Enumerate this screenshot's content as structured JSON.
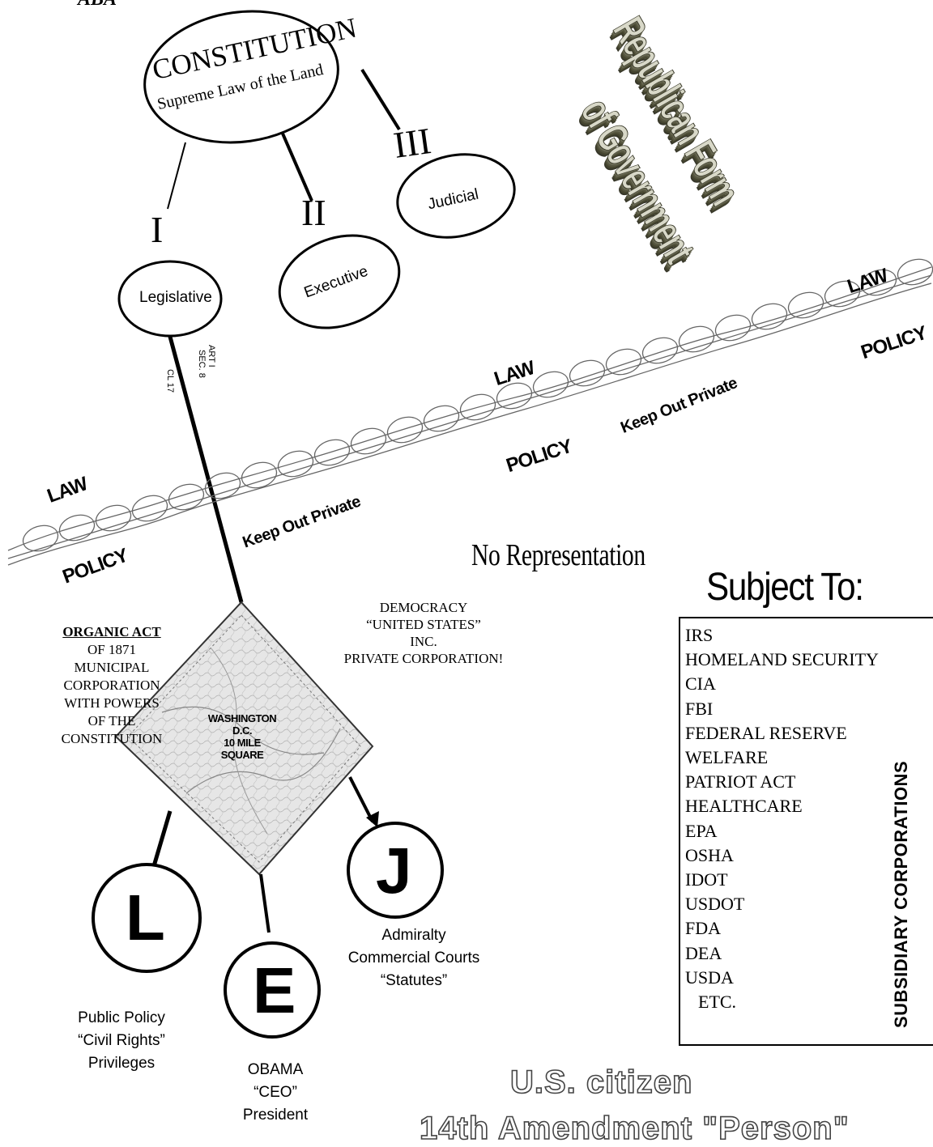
{
  "top_cut_text": "ABA",
  "constitution": {
    "title": "CONSTITUTION",
    "subtitle": "Supreme Law of the Land"
  },
  "badge": {
    "line1": "Republican Form",
    "line2": "of Government"
  },
  "branches": [
    {
      "numeral": "I",
      "label": "Legislative"
    },
    {
      "numeral": "II",
      "label": "Executive"
    },
    {
      "numeral": "III",
      "label": "Judicial"
    }
  ],
  "article_ref": {
    "line1": "ART I",
    "line2": "SEC. 8",
    "line3": "CL 17"
  },
  "chain_labels": {
    "law": "LAW",
    "policy": "POLICY",
    "keep_out": "Keep Out Private"
  },
  "no_representation": "No Representation",
  "organic_act": {
    "heading": "ORGANIC ACT",
    "lines": [
      "OF 1871",
      "MUNICIPAL",
      "CORPORATION",
      "WITH POWERS",
      "OF THE",
      "CONSTITUTION"
    ]
  },
  "democracy": {
    "lines": [
      "DEMOCRACY",
      "“UNITED STATES”",
      "INC.",
      "PRIVATE CORPORATION!"
    ]
  },
  "dc_map": {
    "lines": [
      "WASHINGTON",
      "D.C.",
      "10 MILE",
      "SQUARE"
    ]
  },
  "corporate_branches": [
    {
      "letter": "L",
      "caption": [
        "Public Policy",
        "“Civil Rights”",
        "Privileges"
      ]
    },
    {
      "letter": "E",
      "caption": [
        "OBAMA",
        "“CEO”",
        "President"
      ]
    },
    {
      "letter": "J",
      "caption": [
        "Admiralty",
        "Commercial Courts",
        "“Statutes”"
      ]
    }
  ],
  "subject_to": {
    "heading": "Subject To:",
    "items": [
      "IRS",
      "HOMELAND SECURITY",
      "CIA",
      "FBI",
      "FEDERAL RESERVE",
      "WELFARE",
      "PATRIOT ACT",
      "HEALTHCARE",
      "EPA",
      "OSHA",
      "IDOT",
      "USDOT",
      "FDA",
      "DEA",
      "USDA",
      "ETC."
    ],
    "side_label": "SUBSIDIARY CORPORATIONS"
  },
  "citizen": {
    "line1": "U.S. citizen",
    "line2": "14th Amendment \"Person\""
  }
}
